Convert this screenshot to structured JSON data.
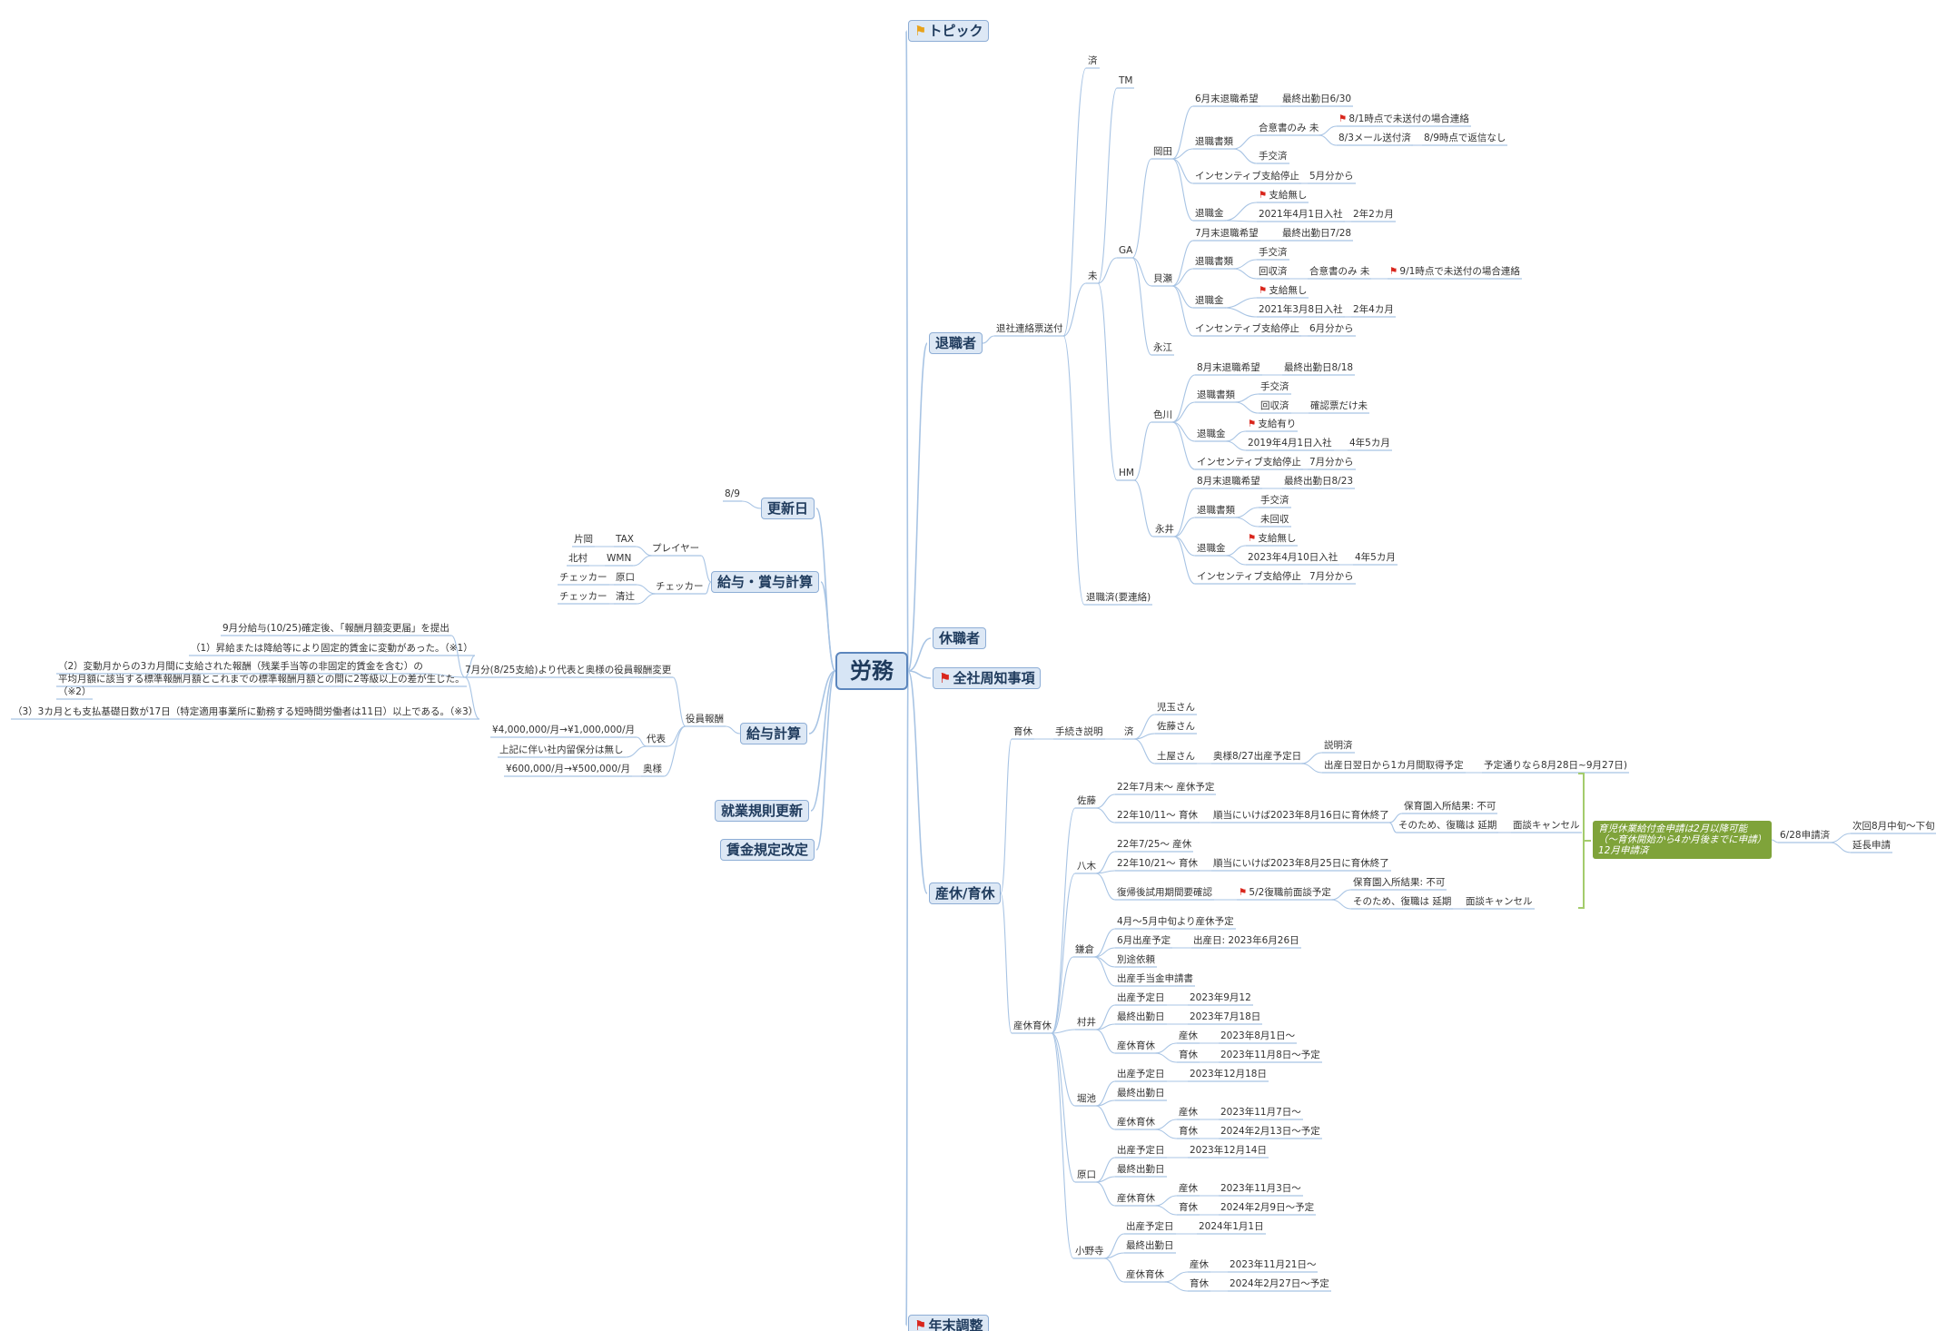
{
  "colors": {
    "line": "#a8c4e4",
    "accent": "#1e3a5c",
    "callout_bg": "#7fa33a",
    "bracket": "#a4cc6c",
    "flag": "#d9261c"
  },
  "center": "労務",
  "topic": "トピック",
  "callout_lines": [
    "育児休業給付金申請は2月以降可能",
    "（～育休開始から4か月後までに申請）",
    "12月申請済"
  ],
  "nodes": [
    {
      "id": "center",
      "text": "労務",
      "name": "central-topic"
    },
    {
      "id": "topic",
      "text": "トピック",
      "name": "topic-node-topic",
      "flag": "y"
    },
    {
      "id": "taishoku",
      "text": "退職者",
      "name": "topic-node-retirees"
    },
    {
      "id": "koushin",
      "text": "更新日",
      "name": "topic-node-update-date"
    },
    {
      "id": "kyuyo_shoyo",
      "text": "給与・賞与計算",
      "name": "topic-node-payroll-bonus"
    },
    {
      "id": "kyushoku",
      "text": "休職者",
      "name": "topic-node-leave"
    },
    {
      "id": "zensha",
      "text": "全社周知事項",
      "name": "topic-node-company-notice",
      "flag": "r"
    },
    {
      "id": "kyuyo",
      "text": "給与計算",
      "name": "topic-node-payroll"
    },
    {
      "id": "shugyo",
      "text": "就業規則更新",
      "name": "topic-node-work-rules"
    },
    {
      "id": "chingin",
      "text": "賃金規定改定",
      "name": "topic-node-wage-rules"
    },
    {
      "id": "sankyu",
      "text": "産休/育休",
      "name": "topic-node-maternity"
    },
    {
      "id": "nenmatsu",
      "text": "年末調整",
      "name": "topic-node-year-end",
      "flag": "r"
    },
    {
      "id": "t_send",
      "text": "退社連絡票送付"
    },
    {
      "id": "t_sumi",
      "text": "済"
    },
    {
      "id": "t_mi",
      "text": "未"
    },
    {
      "id": "t_yoren",
      "text": "退職済(要連絡)"
    },
    {
      "id": "tm",
      "text": "TM"
    },
    {
      "id": "ga",
      "text": "GA"
    },
    {
      "id": "hm",
      "text": "HM"
    },
    {
      "id": "okada",
      "text": "岡田"
    },
    {
      "id": "ok1",
      "text": "6月末退職希望"
    },
    {
      "id": "ok1a",
      "text": "最終出勤日6/30"
    },
    {
      "id": "ok2",
      "text": "退職書類"
    },
    {
      "id": "ok2a",
      "text": "合意書のみ 未"
    },
    {
      "id": "ok2a1",
      "text": "8/1時点で未送付の場合連絡",
      "flag": "r"
    },
    {
      "id": "ok2a2",
      "text": "8/3メール送付済"
    },
    {
      "id": "ok2a2a",
      "text": "8/9時点で返信なし"
    },
    {
      "id": "ok2b",
      "text": "手交済"
    },
    {
      "id": "ok3",
      "text": "インセンティブ支給停止"
    },
    {
      "id": "ok3a",
      "text": "5月分から"
    },
    {
      "id": "ok4",
      "text": "退職金"
    },
    {
      "id": "ok4a",
      "text": "支給無し",
      "flag": "r"
    },
    {
      "id": "ok4b",
      "text": "2021年4月1日入社"
    },
    {
      "id": "ok4b1",
      "text": "2年2カ月"
    },
    {
      "id": "kaise",
      "text": "貝瀬"
    },
    {
      "id": "ka1",
      "text": "7月末退職希望"
    },
    {
      "id": "ka1a",
      "text": "最終出勤日7/28"
    },
    {
      "id": "ka2",
      "text": "退職書類"
    },
    {
      "id": "ka2a",
      "text": "手交済"
    },
    {
      "id": "ka2b",
      "text": "回収済"
    },
    {
      "id": "ka2b1",
      "text": "合意書のみ 未"
    },
    {
      "id": "ka2b1a",
      "text": "9/1時点で未送付の場合連絡",
      "flag": "r"
    },
    {
      "id": "ka3",
      "text": "退職金"
    },
    {
      "id": "ka3a",
      "text": "支給無し",
      "flag": "r"
    },
    {
      "id": "ka3b",
      "text": "2021年3月8日入社"
    },
    {
      "id": "ka3b1",
      "text": "2年4カ月"
    },
    {
      "id": "ka4",
      "text": "インセンティブ支給停止"
    },
    {
      "id": "ka4a",
      "text": "6月分から"
    },
    {
      "id": "nagae",
      "text": "永江"
    },
    {
      "id": "irokawa",
      "text": "色川"
    },
    {
      "id": "ir1",
      "text": "8月末退職希望"
    },
    {
      "id": "ir1a",
      "text": "最終出勤日8/18"
    },
    {
      "id": "ir2",
      "text": "退職書類"
    },
    {
      "id": "ir2a",
      "text": "手交済"
    },
    {
      "id": "ir2b",
      "text": "回収済"
    },
    {
      "id": "ir2b1",
      "text": "確認票だけ未"
    },
    {
      "id": "ir3",
      "text": "退職金"
    },
    {
      "id": "ir3a",
      "text": "支給有り",
      "flag": "r"
    },
    {
      "id": "ir3b",
      "text": "2019年4月1日入社"
    },
    {
      "id": "ir3b1",
      "text": "4年5カ月"
    },
    {
      "id": "ir4",
      "text": "インセンティブ支給停止"
    },
    {
      "id": "ir4a",
      "text": "7月分から"
    },
    {
      "id": "nagai",
      "text": "永井"
    },
    {
      "id": "na1",
      "text": "8月末退職希望"
    },
    {
      "id": "na1a",
      "text": "最終出勤日8/23"
    },
    {
      "id": "na2",
      "text": "退職書類"
    },
    {
      "id": "na2a",
      "text": "手交済"
    },
    {
      "id": "na2b",
      "text": "未回収"
    },
    {
      "id": "na3",
      "text": "退職金"
    },
    {
      "id": "na3a",
      "text": "支給無し",
      "flag": "r"
    },
    {
      "id": "na3b",
      "text": "2023年4月10日入社"
    },
    {
      "id": "na3b1",
      "text": "4年5カ月"
    },
    {
      "id": "na4",
      "text": "インセンティブ支給停止"
    },
    {
      "id": "na4a",
      "text": "7月分から"
    },
    {
      "id": "k_date",
      "text": "8/9"
    },
    {
      "id": "player",
      "text": "プレイヤー"
    },
    {
      "id": "checker",
      "text": "チェッカー"
    },
    {
      "id": "tax",
      "text": "TAX"
    },
    {
      "id": "wmn",
      "text": "WMN"
    },
    {
      "id": "kataoka",
      "text": "片岡"
    },
    {
      "id": "kitamura",
      "text": "北村"
    },
    {
      "id": "haraguchi",
      "text": "原口"
    },
    {
      "id": "kiyotsuji",
      "text": "清辻"
    },
    {
      "id": "chk1",
      "text": "チェッカー"
    },
    {
      "id": "chk2",
      "text": "チェッカー"
    },
    {
      "id": "yakuin",
      "text": "役員報酬"
    },
    {
      "id": "y7",
      "text": "7月分(8/25支給)より代表と奥様の役員報酬変更"
    },
    {
      "id": "y7a",
      "text": "9月分給与(10/25)確定後、「報酬月額変更届」を提出"
    },
    {
      "id": "y7b",
      "text": "（1）昇給または降給等により固定的賃金に変動があった。（※1）"
    },
    {
      "id": "y7c1",
      "text": "（2）変動月からの3カ月間に支給された報酬（残業手当等の非固定的賃金を含む）の"
    },
    {
      "id": "y7c2",
      "text": "平均月額に該当する標準報酬月額とこれまでの標準報酬月額との間に2等級以上の差が生じた。"
    },
    {
      "id": "y7c3",
      "text": "（※2）"
    },
    {
      "id": "y7d",
      "text": "（3）3カ月とも支払基礎日数が17日（特定適用事業所に勤務する短時間労働者は11日）以上である。（※3）"
    },
    {
      "id": "daihyo",
      "text": "代表"
    },
    {
      "id": "daihyo_a",
      "text": "¥4,000,000/月→¥1,000,000/月"
    },
    {
      "id": "daihyo_b",
      "text": "上記に伴い社内留保分は無し"
    },
    {
      "id": "okusama",
      "text": "奥様"
    },
    {
      "id": "okusama_a",
      "text": "¥600,000/月→¥500,000/月"
    },
    {
      "id": "ikukyu",
      "text": "育休"
    },
    {
      "id": "sankyu2",
      "text": "産休育休"
    },
    {
      "id": "tetsuzuki",
      "text": "手続き説明"
    },
    {
      "id": "te_sumi",
      "text": "済"
    },
    {
      "id": "kodama",
      "text": "児玉さん"
    },
    {
      "id": "sato_san",
      "text": "佐藤さん"
    },
    {
      "id": "tsuchiya",
      "text": "土屋さん"
    },
    {
      "id": "tsu1",
      "text": "奥様8/27出産予定日"
    },
    {
      "id": "tsu1a",
      "text": "説明済"
    },
    {
      "id": "tsu1b",
      "text": "出産日翌日から1カ月間取得予定"
    },
    {
      "id": "tsu1b1",
      "text": "予定通りなら8月28日~9月27日)"
    },
    {
      "id": "sato",
      "text": "佐藤"
    },
    {
      "id": "sa1",
      "text": "22年7月末～ 産休予定"
    },
    {
      "id": "sa2",
      "text": "22年10/11～ 育休"
    },
    {
      "id": "sa2a",
      "text": "順当にいけば2023年8月16日に育休終了"
    },
    {
      "id": "sa2a1",
      "text": "保育園入所結果: 不可"
    },
    {
      "id": "sa2a2",
      "text": "そのため、復職は 延期"
    },
    {
      "id": "sa2a2a",
      "text": "面談キャンセル"
    },
    {
      "id": "yagi",
      "text": "八木"
    },
    {
      "id": "ya1",
      "text": "22年7/25～ 産休"
    },
    {
      "id": "ya2",
      "text": "22年10/21～ 育休"
    },
    {
      "id": "ya2a",
      "text": "順当にいけば2023年8月25日に育休終了"
    },
    {
      "id": "ya3",
      "text": "復帰後試用期間要確認"
    },
    {
      "id": "ya3a",
      "text": "5/2復職前面談予定",
      "flag": "r"
    },
    {
      "id": "ya3a1",
      "text": "保育園入所結果: 不可"
    },
    {
      "id": "ya3a2",
      "text": "そのため、復職は 延期"
    },
    {
      "id": "ya3a2a",
      "text": "面談キャンセル"
    },
    {
      "id": "ikukyu_call",
      "text": "育児休業給付金申請は2月以降可能"
    },
    {
      "id": "c628",
      "text": "6/28申請済"
    },
    {
      "id": "c628a",
      "text": "次回8月中旬～下旬"
    },
    {
      "id": "c628b",
      "text": "延長申請"
    },
    {
      "id": "kamakura",
      "text": "鎌倉"
    },
    {
      "id": "km1",
      "text": "4月～5月中旬より産休予定"
    },
    {
      "id": "km2",
      "text": "6月出産予定"
    },
    {
      "id": "km2a",
      "text": "出産日: 2023年6月26日"
    },
    {
      "id": "km3",
      "text": "別途依頼"
    },
    {
      "id": "km4",
      "text": "出産手当金申請書"
    },
    {
      "id": "murai",
      "text": "村井"
    },
    {
      "id": "mu1",
      "text": "出産予定日"
    },
    {
      "id": "mu1a",
      "text": "2023年9月12"
    },
    {
      "id": "mu2",
      "text": "最終出勤日"
    },
    {
      "id": "mu2a",
      "text": "2023年7月18日"
    },
    {
      "id": "mu3",
      "text": "産休育休"
    },
    {
      "id": "mu3a",
      "text": "産休"
    },
    {
      "id": "mu3a1",
      "text": "2023年8月1日～"
    },
    {
      "id": "mu3b",
      "text": "育休"
    },
    {
      "id": "mu3b1",
      "text": "2023年11月8日～予定"
    },
    {
      "id": "horiike",
      "text": "堀池"
    },
    {
      "id": "ho1",
      "text": "出産予定日"
    },
    {
      "id": "ho1a",
      "text": "2023年12月18日"
    },
    {
      "id": "ho2",
      "text": "最終出勤日"
    },
    {
      "id": "ho3",
      "text": "産休育休"
    },
    {
      "id": "ho3a",
      "text": "産休"
    },
    {
      "id": "ho3a1",
      "text": "2023年11月7日～"
    },
    {
      "id": "ho3b",
      "text": "育休"
    },
    {
      "id": "ho3b1",
      "text": "2024年2月13日～予定"
    },
    {
      "id": "haraguchi2",
      "text": "原口"
    },
    {
      "id": "hg1",
      "text": "出産予定日"
    },
    {
      "id": "hg1a",
      "text": "2023年12月14日"
    },
    {
      "id": "hg2",
      "text": "最終出勤日"
    },
    {
      "id": "hg3",
      "text": "産休育休"
    },
    {
      "id": "hg3a",
      "text": "産休"
    },
    {
      "id": "hg3a1",
      "text": "2023年11月3日～"
    },
    {
      "id": "hg3b",
      "text": "育休"
    },
    {
      "id": "hg3b1",
      "text": "2024年2月9日～予定"
    },
    {
      "id": "onodera",
      "text": "小野寺"
    },
    {
      "id": "on1",
      "text": "出産予定日"
    },
    {
      "id": "on1a",
      "text": "2024年1月1日"
    },
    {
      "id": "on2",
      "text": "最終出勤日"
    },
    {
      "id": "on3",
      "text": "産休育休"
    },
    {
      "id": "on3a",
      "text": "産休"
    },
    {
      "id": "on3a1",
      "text": "2023年11月21日～"
    },
    {
      "id": "on3b",
      "text": "育休"
    },
    {
      "id": "on3b1",
      "text": "2024年2月27日～予定"
    }
  ],
  "edges": [
    [
      "center",
      "topic"
    ],
    [
      "center",
      "taishoku"
    ],
    [
      "center",
      "koushin"
    ],
    [
      "center",
      "kyuyo_shoyo"
    ],
    [
      "center",
      "kyushoku"
    ],
    [
      "center",
      "zensha"
    ],
    [
      "center",
      "kyuyo"
    ],
    [
      "center",
      "shugyo"
    ],
    [
      "center",
      "chingin"
    ],
    [
      "center",
      "sankyu"
    ],
    [
      "center",
      "nenmatsu"
    ],
    [
      "taishoku",
      "t_send"
    ],
    [
      "t_send",
      "t_sumi"
    ],
    [
      "t_send",
      "t_mi"
    ],
    [
      "t_send",
      "t_yoren"
    ],
    [
      "t_mi",
      "tm"
    ],
    [
      "t_mi",
      "ga"
    ],
    [
      "t_mi",
      "hm"
    ],
    [
      "ga",
      "okada"
    ],
    [
      "ga",
      "kaise"
    ],
    [
      "ga",
      "nagae"
    ],
    [
      "hm",
      "irokawa"
    ],
    [
      "hm",
      "nagai"
    ],
    [
      "okada",
      "ok1"
    ],
    [
      "ok1",
      "ok1a"
    ],
    [
      "okada",
      "ok2"
    ],
    [
      "ok2",
      "ok2a"
    ],
    [
      "ok2a",
      "ok2a1"
    ],
    [
      "ok2a",
      "ok2a2"
    ],
    [
      "ok2a2",
      "ok2a2a"
    ],
    [
      "ok2",
      "ok2b"
    ],
    [
      "okada",
      "ok3"
    ],
    [
      "ok3",
      "ok3a"
    ],
    [
      "okada",
      "ok4"
    ],
    [
      "ok4",
      "ok4a"
    ],
    [
      "ok4",
      "ok4b"
    ],
    [
      "ok4b",
      "ok4b1"
    ],
    [
      "kaise",
      "ka1"
    ],
    [
      "ka1",
      "ka1a"
    ],
    [
      "kaise",
      "ka2"
    ],
    [
      "ka2",
      "ka2a"
    ],
    [
      "ka2",
      "ka2b"
    ],
    [
      "ka2b",
      "ka2b1"
    ],
    [
      "ka2b1",
      "ka2b1a"
    ],
    [
      "kaise",
      "ka3"
    ],
    [
      "ka3",
      "ka3a"
    ],
    [
      "ka3",
      "ka3b"
    ],
    [
      "ka3b",
      "ka3b1"
    ],
    [
      "kaise",
      "ka4"
    ],
    [
      "ka4",
      "ka4a"
    ],
    [
      "irokawa",
      "ir1"
    ],
    [
      "ir1",
      "ir1a"
    ],
    [
      "irokawa",
      "ir2"
    ],
    [
      "ir2",
      "ir2a"
    ],
    [
      "ir2",
      "ir2b"
    ],
    [
      "ir2b",
      "ir2b1"
    ],
    [
      "irokawa",
      "ir3"
    ],
    [
      "ir3",
      "ir3a"
    ],
    [
      "ir3",
      "ir3b"
    ],
    [
      "ir3b",
      "ir3b1"
    ],
    [
      "irokawa",
      "ir4"
    ],
    [
      "ir4",
      "ir4a"
    ],
    [
      "nagai",
      "na1"
    ],
    [
      "na1",
      "na1a"
    ],
    [
      "nagai",
      "na2"
    ],
    [
      "na2",
      "na2a"
    ],
    [
      "na2",
      "na2b"
    ],
    [
      "nagai",
      "na3"
    ],
    [
      "na3",
      "na3a"
    ],
    [
      "na3",
      "na3b"
    ],
    [
      "na3b",
      "na3b1"
    ],
    [
      "nagai",
      "na4"
    ],
    [
      "na4",
      "na4a"
    ],
    [
      "koushin",
      "k_date"
    ],
    [
      "kyuyo_shoyo",
      "player"
    ],
    [
      "kyuyo_shoyo",
      "checker"
    ],
    [
      "player",
      "tax"
    ],
    [
      "player",
      "wmn"
    ],
    [
      "tax",
      "kataoka"
    ],
    [
      "wmn",
      "kitamura"
    ],
    [
      "checker",
      "haraguchi"
    ],
    [
      "checker",
      "kiyotsuji"
    ],
    [
      "haraguchi",
      "chk1"
    ],
    [
      "kiyotsuji",
      "chk2"
    ],
    [
      "kyuyo",
      "yakuin"
    ],
    [
      "yakuin",
      "y7"
    ],
    [
      "y7",
      "y7a"
    ],
    [
      "y7",
      "y7b"
    ],
    [
      "y7",
      "y7c1"
    ],
    [
      "y7",
      "y7d"
    ],
    [
      "yakuin",
      "daihyo"
    ],
    [
      "daihyo",
      "daihyo_a"
    ],
    [
      "daihyo",
      "daihyo_b"
    ],
    [
      "yakuin",
      "okusama"
    ],
    [
      "okusama",
      "okusama_a"
    ],
    [
      "sankyu",
      "ikukyu"
    ],
    [
      "sankyu",
      "sankyu2"
    ],
    [
      "ikukyu",
      "tetsuzuki"
    ],
    [
      "tetsuzuki",
      "te_sumi"
    ],
    [
      "te_sumi",
      "kodama"
    ],
    [
      "te_sumi",
      "sato_san"
    ],
    [
      "te_sumi",
      "tsuchiya"
    ],
    [
      "tsuchiya",
      "tsu1"
    ],
    [
      "tsu1",
      "tsu1a"
    ],
    [
      "tsu1",
      "tsu1b"
    ],
    [
      "tsu1b",
      "tsu1b1"
    ],
    [
      "sankyu2",
      "sato"
    ],
    [
      "sankyu2",
      "yagi"
    ],
    [
      "sankyu2",
      "kamakura"
    ],
    [
      "sankyu2",
      "murai"
    ],
    [
      "sankyu2",
      "horiike"
    ],
    [
      "sankyu2",
      "haraguchi2"
    ],
    [
      "sankyu2",
      "onodera"
    ],
    [
      "sato",
      "sa1"
    ],
    [
      "sato",
      "sa2"
    ],
    [
      "sa2",
      "sa2a"
    ],
    [
      "sa2a",
      "sa2a1"
    ],
    [
      "sa2a",
      "sa2a2"
    ],
    [
      "sa2a2",
      "sa2a2a"
    ],
    [
      "yagi",
      "ya1"
    ],
    [
      "yagi",
      "ya2"
    ],
    [
      "ya2",
      "ya2a"
    ],
    [
      "yagi",
      "ya3"
    ],
    [
      "ya3",
      "ya3a"
    ],
    [
      "ya3a",
      "ya3a1"
    ],
    [
      "ya3a",
      "ya3a2"
    ],
    [
      "ya3a2",
      "ya3a2a"
    ],
    [
      "ikukyu_call",
      "c628"
    ],
    [
      "c628",
      "c628a"
    ],
    [
      "c628",
      "c628b"
    ],
    [
      "kamakura",
      "km1"
    ],
    [
      "kamakura",
      "km2"
    ],
    [
      "km2",
      "km2a"
    ],
    [
      "kamakura",
      "km3"
    ],
    [
      "kamakura",
      "km4"
    ],
    [
      "murai",
      "mu1"
    ],
    [
      "mu1",
      "mu1a"
    ],
    [
      "murai",
      "mu2"
    ],
    [
      "mu2",
      "mu2a"
    ],
    [
      "murai",
      "mu3"
    ],
    [
      "mu3",
      "mu3a"
    ],
    [
      "mu3a",
      "mu3a1"
    ],
    [
      "mu3",
      "mu3b"
    ],
    [
      "mu3b",
      "mu3b1"
    ],
    [
      "horiike",
      "ho1"
    ],
    [
      "ho1",
      "ho1a"
    ],
    [
      "horiike",
      "ho2"
    ],
    [
      "horiike",
      "ho3"
    ],
    [
      "ho3",
      "ho3a"
    ],
    [
      "ho3a",
      "ho3a1"
    ],
    [
      "ho3",
      "ho3b"
    ],
    [
      "ho3b",
      "ho3b1"
    ],
    [
      "haraguchi2",
      "hg1"
    ],
    [
      "hg1",
      "hg1a"
    ],
    [
      "haraguchi2",
      "hg2"
    ],
    [
      "haraguchi2",
      "hg3"
    ],
    [
      "hg3",
      "hg3a"
    ],
    [
      "hg3a",
      "hg3a1"
    ],
    [
      "hg3",
      "hg3b"
    ],
    [
      "hg3b",
      "hg3b1"
    ],
    [
      "onodera",
      "on1"
    ],
    [
      "on1",
      "on1a"
    ],
    [
      "onodera",
      "on2"
    ],
    [
      "onodera",
      "on3"
    ],
    [
      "on3",
      "on3a"
    ],
    [
      "on3a",
      "on3a1"
    ],
    [
      "on3",
      "on3b"
    ],
    [
      "on3b",
      "on3b1"
    ]
  ]
}
